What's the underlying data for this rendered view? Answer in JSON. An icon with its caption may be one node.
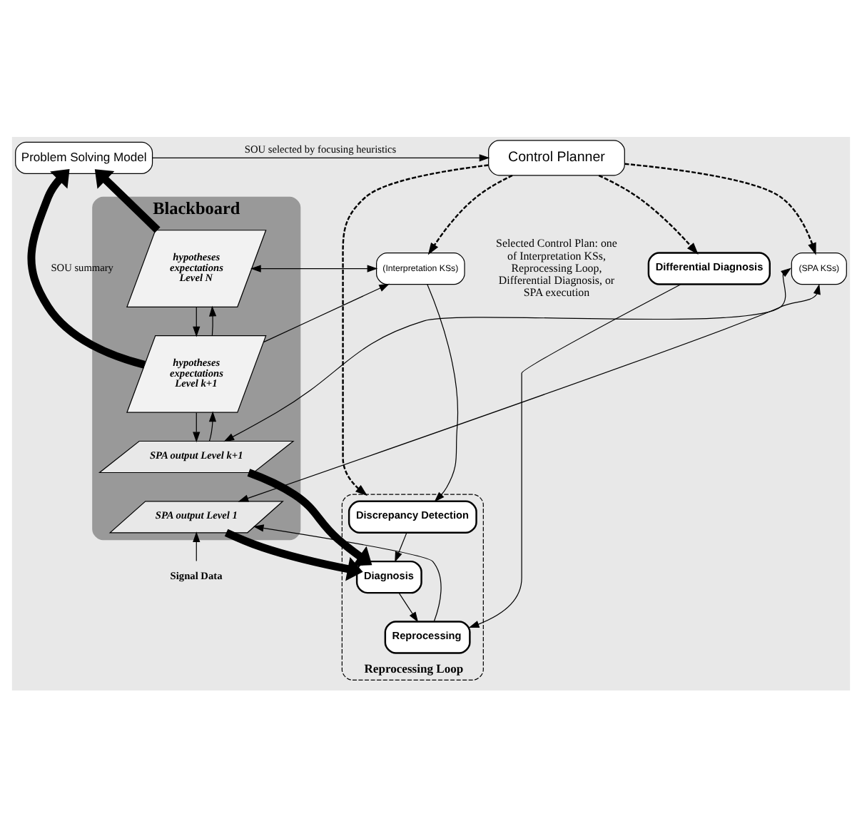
{
  "diagram": {
    "nodes": [
      {
        "text": [
          "Problem Solving Model"
        ]
      },
      {
        "text": [
          "Control Planner"
        ]
      },
      {
        "text": [
          "Blackboard"
        ]
      },
      {
        "text": [
          "hypotheses",
          "expectations",
          "Level N"
        ],
        "in": 2
      },
      {
        "text": [
          "hypotheses",
          "expectations",
          "Level k+1"
        ],
        "in": 2
      },
      {
        "text": [
          "SPA output Level k+1"
        ],
        "in": 2
      },
      {
        "text": [
          "SPA output Level 1"
        ],
        "in": 2
      },
      {
        "text": [
          "(Interpretation KSs)"
        ]
      },
      {
        "text": [
          "(SPA KSs)"
        ]
      },
      {
        "text": [
          "Reprocessing Loop"
        ]
      },
      {
        "text": [
          "Discrepancy Detection"
        ],
        "in": 9
      },
      {
        "text": [
          "Diagnosis"
        ],
        "in": 9
      },
      {
        "text": [
          "Reprocessing"
        ],
        "in": 9
      },
      {
        "text": [
          "Differential Diagnosis"
        ]
      },
      {
        "text": [
          "Signal Data"
        ]
      }
    ],
    "edges": [
      {
        "from": 3,
        "to": 0,
        "arrow": "to",
        "style": "thick"
      },
      {
        "from": 4,
        "to": 0,
        "arrow": "to",
        "style": "thick",
        "label": "SOU summary"
      },
      {
        "from": 0,
        "to": 1,
        "arrow": "to",
        "label": "SOU selected by focusing heuristics"
      },
      {
        "from": 3,
        "to": 4,
        "arrow": "to"
      },
      {
        "from": 4,
        "to": 3,
        "arrow": "to"
      },
      {
        "from": 4,
        "to": 5,
        "arrow": "to"
      },
      {
        "from": 5,
        "to": 4,
        "arrow": "to"
      },
      {
        "from": 3,
        "to": 7,
        "arrow": "both"
      },
      {
        "from": 4,
        "to": 7,
        "arrow": "to"
      },
      {
        "from": 8,
        "to": 5,
        "arrow": "both"
      },
      {
        "from": 8,
        "to": 6,
        "arrow": "both"
      },
      {
        "from": 1,
        "to": 7,
        "arrow": "to",
        "style": "dashed"
      },
      {
        "from": 1,
        "to": 8,
        "arrow": "to",
        "style": "dashed"
      },
      {
        "from": 1,
        "to": 9,
        "arrow": "to",
        "style": "dashed"
      },
      {
        "from": 1,
        "to": 13,
        "arrow": "to",
        "style": "dashed"
      },
      {
        "from": 7,
        "to": 10,
        "arrow": "to"
      },
      {
        "from": 10,
        "to": 11,
        "arrow": "to"
      },
      {
        "from": 11,
        "to": 12,
        "arrow": "to"
      },
      {
        "from": 13,
        "to": 12,
        "arrow": "to"
      },
      {
        "from": 12,
        "to": 6,
        "arrow": "to"
      },
      {
        "from": 5,
        "to": 11,
        "arrow": "to",
        "style": "thick"
      },
      {
        "from": 6,
        "to": 11,
        "arrow": "to",
        "style": "thick"
      },
      {
        "from": 14,
        "to": 6,
        "arrow": "to"
      }
    ],
    "labels": [
      "Selected Control Plan: one of Interpretation KSs, Reprocessing Loop, Differential Diagnosis, or SPA execution"
    ]
  }
}
